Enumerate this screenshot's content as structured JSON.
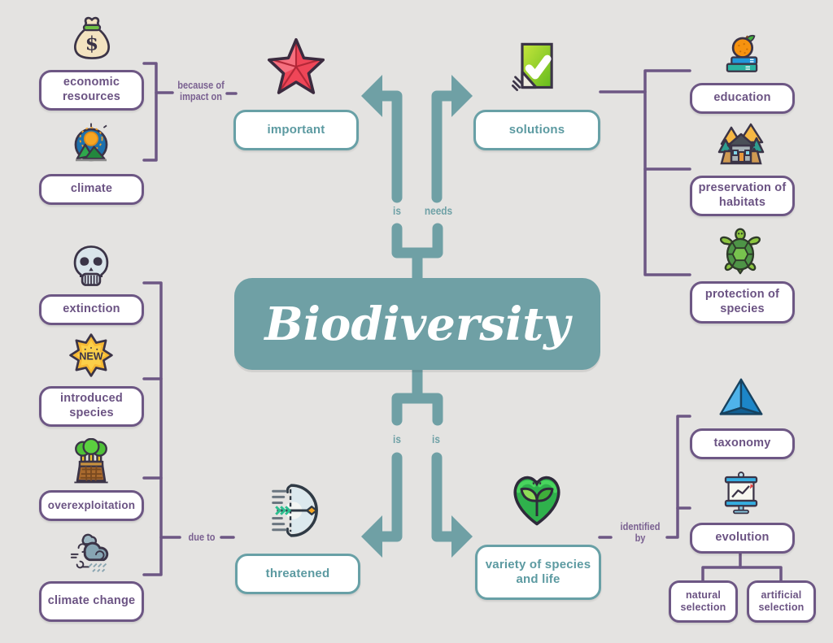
{
  "title": "Biodiversity",
  "colors": {
    "background": "#e4e3e1",
    "teal": "#6fa0a5",
    "teal_text": "#5c9aa1",
    "purple": "#6d5784",
    "purple_text": "#6b5383",
    "box_bg": "#ffffff"
  },
  "center": {
    "label": "Biodiversity"
  },
  "relations": {
    "top_left": "is",
    "top_right": "needs",
    "bottom_left": "is",
    "bottom_right": "is",
    "left_top_bracket": "because of impact on",
    "left_bottom_bracket": "due to",
    "right_bottom_bracket": "identified by"
  },
  "nodes": {
    "important": {
      "label": "important",
      "icon": "starfish-icon"
    },
    "solutions": {
      "label": "solutions",
      "icon": "ballot-check-icon"
    },
    "threatened": {
      "label": "threatened",
      "icon": "bow-arrow-icon"
    },
    "variety": {
      "label": "variety of species and life",
      "icon": "heart-leaf-icon"
    },
    "economic_resources": {
      "label": "economic resources",
      "icon": "money-bag-icon"
    },
    "climate": {
      "label": "climate",
      "icon": "sun-mountains-icon"
    },
    "extinction": {
      "label": "extinction",
      "icon": "skull-icon"
    },
    "introduced_species": {
      "label": "introduced species",
      "icon": "new-badge-icon"
    },
    "overexploitation": {
      "label": "overexploitation",
      "icon": "logging-icon"
    },
    "climate_change": {
      "label": "climate change",
      "icon": "storm-cloud-icon"
    },
    "education": {
      "label": "education",
      "icon": "orange-books-icon"
    },
    "preservation": {
      "label": "preservation of habitats",
      "icon": "forest-house-icon"
    },
    "protection": {
      "label": "protection of species",
      "icon": "turtle-icon"
    },
    "taxonomy": {
      "label": "taxonomy",
      "icon": "pyramid-icon"
    },
    "evolution": {
      "label": "evolution",
      "icon": "presentation-chart-icon"
    },
    "natural_selection": {
      "label": "natural selection"
    },
    "artificial_selection": {
      "label": "artificial selection"
    }
  }
}
